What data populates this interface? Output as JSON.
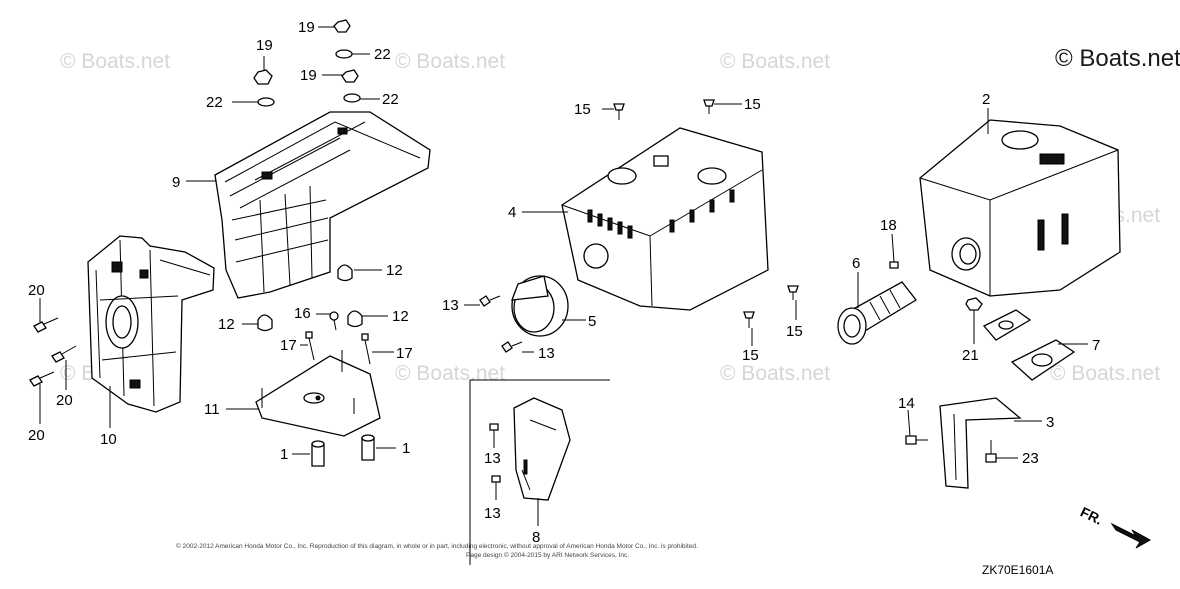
{
  "watermarks": [
    "© Boats.net",
    "© Boats.net",
    "© Boats.net",
    "© Boats.net",
    "© Boats.net",
    "© Boats.net",
    "© Boats.net",
    "© Boats.net"
  ],
  "main_watermark": "© Boats.net",
  "callouts": [
    {
      "id": "c19a",
      "text": "19"
    },
    {
      "id": "c22a",
      "text": "22"
    },
    {
      "id": "c19b",
      "text": "19"
    },
    {
      "id": "c19c",
      "text": "19"
    },
    {
      "id": "c22b",
      "text": "22"
    },
    {
      "id": "c22c",
      "text": "22"
    },
    {
      "id": "c9",
      "text": "9"
    },
    {
      "id": "c12a",
      "text": "12"
    },
    {
      "id": "c12b",
      "text": "12"
    },
    {
      "id": "c16",
      "text": "16"
    },
    {
      "id": "c12c",
      "text": "12"
    },
    {
      "id": "c17a",
      "text": "17"
    },
    {
      "id": "c17b",
      "text": "17"
    },
    {
      "id": "c20a",
      "text": "20"
    },
    {
      "id": "c20b",
      "text": "20"
    },
    {
      "id": "c20c",
      "text": "20"
    },
    {
      "id": "c10",
      "text": "10"
    },
    {
      "id": "c11",
      "text": "11"
    },
    {
      "id": "c1a",
      "text": "1"
    },
    {
      "id": "c1b",
      "text": "1"
    },
    {
      "id": "c15a",
      "text": "15"
    },
    {
      "id": "c15b",
      "text": "15"
    },
    {
      "id": "c4",
      "text": "4"
    },
    {
      "id": "c13a",
      "text": "13"
    },
    {
      "id": "c5",
      "text": "5"
    },
    {
      "id": "c13b",
      "text": "13"
    },
    {
      "id": "c13c",
      "text": "13"
    },
    {
      "id": "c13d",
      "text": "13"
    },
    {
      "id": "c8",
      "text": "8"
    },
    {
      "id": "c2",
      "text": "2"
    },
    {
      "id": "c18",
      "text": "18"
    },
    {
      "id": "c6",
      "text": "6"
    },
    {
      "id": "c15c",
      "text": "15"
    },
    {
      "id": "c15d",
      "text": "15"
    },
    {
      "id": "c21",
      "text": "21"
    },
    {
      "id": "c7",
      "text": "7"
    },
    {
      "id": "c14",
      "text": "14"
    },
    {
      "id": "c3",
      "text": "3"
    },
    {
      "id": "c23",
      "text": "23"
    }
  ],
  "copyright_line_1": "© 2002-2012 American Honda Motor Co., Inc. Reproduction of this diagram, in whole or in part, including electronic, without approval of American Honda Motor Co., Inc. is prohibited.",
  "copyright_line_2": "Page design © 2004-2015 by ARI Network Services, Inc.",
  "diagram_code": "ZK70E1601A",
  "direction_label": "FR."
}
